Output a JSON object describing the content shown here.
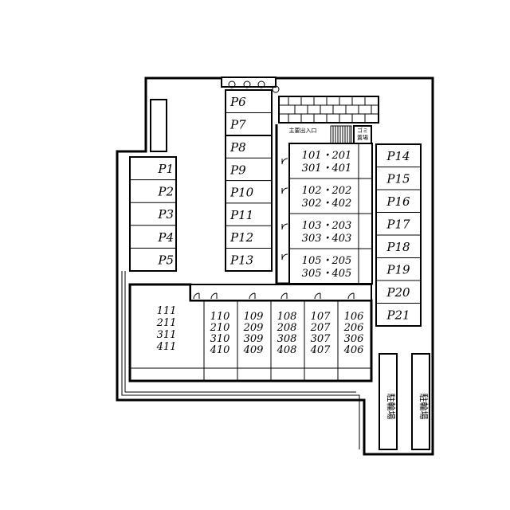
{
  "parking": {
    "left": [
      "P1",
      "P2",
      "P3",
      "P4",
      "P5"
    ],
    "center": [
      "P6",
      "P7",
      "P8",
      "P9",
      "P10",
      "P11",
      "P12",
      "P13"
    ],
    "right": [
      "P14",
      "P15",
      "P16",
      "P17",
      "P18",
      "P19",
      "P20",
      "P21"
    ]
  },
  "upper_units": [
    [
      "101・201",
      "301・401"
    ],
    [
      "102・202",
      "302・402"
    ],
    [
      "103・203",
      "303・403"
    ],
    [
      "105・205",
      "305・405"
    ]
  ],
  "lower_units": {
    "corner": [
      "111",
      "211",
      "311",
      "411"
    ],
    "columns": [
      [
        "110",
        "210",
        "310",
        "410"
      ],
      [
        "109",
        "209",
        "309",
        "409"
      ],
      [
        "108",
        "208",
        "308",
        "408"
      ],
      [
        "107",
        "207",
        "307",
        "407"
      ],
      [
        "106",
        "206",
        "306",
        "406"
      ]
    ]
  },
  "labels": {
    "main_entrance": "主要出入口",
    "garbage": [
      "ゴミ",
      "置場"
    ],
    "bike_1": "駐輪場",
    "bike_2": "駐輪場"
  }
}
